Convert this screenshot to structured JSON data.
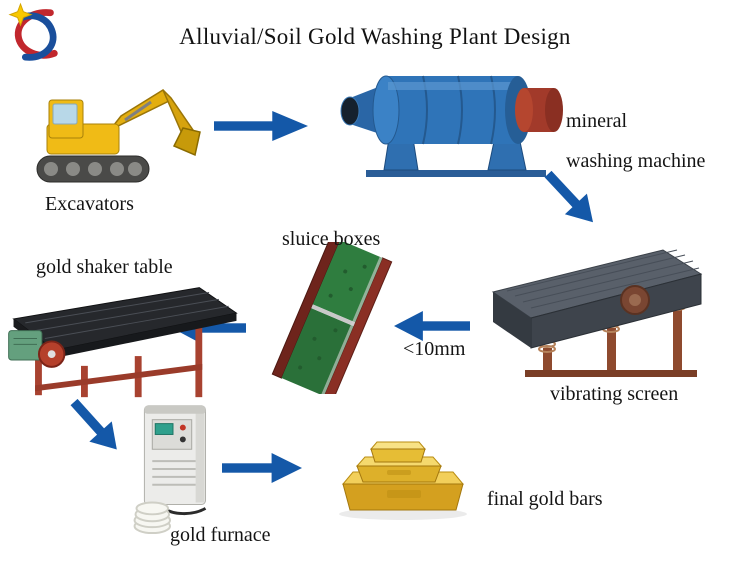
{
  "title": "Alluvial/Soil Gold Washing Plant Design",
  "labels": {
    "excavators": "Excavators",
    "mineral_line1": "mineral",
    "mineral_line2": "washing machine",
    "vibrating_screen": "vibrating screen",
    "size_note": "<10mm",
    "sluice_boxes": "sluice boxes",
    "gold_shaker_table": "gold shaker table",
    "gold_furnace": "gold furnace",
    "final_gold_bars": "final gold bars"
  },
  "flow": [
    {
      "from": "Excavators",
      "to": "mineral washing machine"
    },
    {
      "from": "mineral washing machine",
      "to": "vibrating screen"
    },
    {
      "from": "vibrating screen",
      "to": "sluice boxes",
      "note": "<10mm"
    },
    {
      "from": "sluice boxes",
      "to": "gold shaker table"
    },
    {
      "from": "gold shaker table",
      "to": "gold furnace"
    },
    {
      "from": "gold furnace",
      "to": "final gold bars"
    }
  ],
  "colors": {
    "arrow_blue": "#1458a8",
    "excavator_yellow": "#f0bb16",
    "trommel_blue": "#2f74b8",
    "screen_gray": "#4a5058",
    "sluice_green": "#2f7d3f",
    "frame_red": "#a84230",
    "gold": "#d8a41e",
    "logo_red": "#c1272d",
    "logo_blue": "#1a4f9c",
    "logo_yellow": "#f8c800"
  }
}
